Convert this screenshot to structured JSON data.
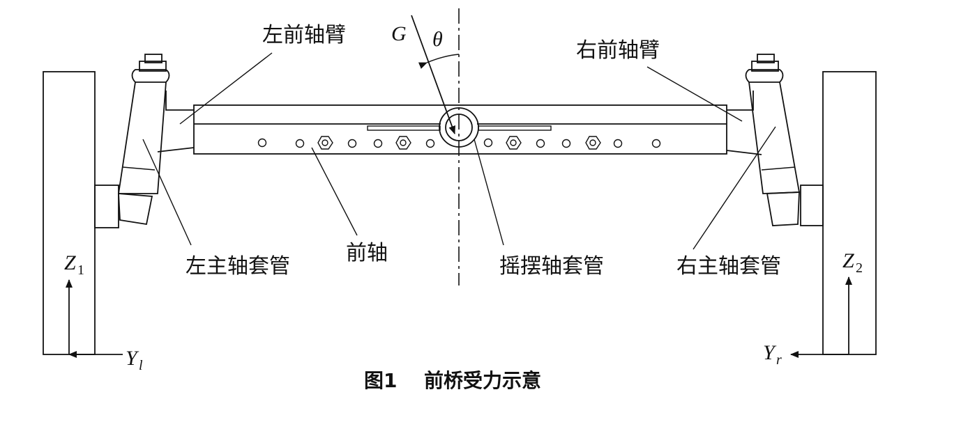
{
  "labels": {
    "left_front_arm": "左前轴臂",
    "right_front_arm": "右前轴臂",
    "left_kingpin_sleeve": "左主轴套管",
    "right_kingpin_sleeve": "右主轴套管",
    "front_axle": "前轴",
    "swing_axle_sleeve": "摇摆轴套管"
  },
  "symbols": {
    "gravity": "G",
    "angle": "θ",
    "z1": "Z",
    "z1_sub": "1",
    "z2": "Z",
    "z2_sub": "2",
    "yl": "Y",
    "yl_sub": "l",
    "yr": "Y",
    "yr_sub": "r"
  },
  "caption": {
    "number": "图1",
    "text": "前桥受力示意"
  }
}
